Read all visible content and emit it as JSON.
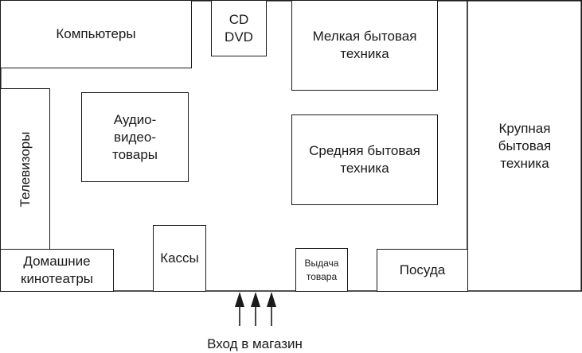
{
  "diagram": {
    "departments": {
      "computers": "Компьютеры",
      "cd_dvd": "CD\nDVD",
      "small_appliances": "Мелкая бытовая\nтехника",
      "large_appliances": "Крупная\nбытовая\nтехника",
      "televisions": "Телевизоры",
      "audio_video": "Аудио-\nвидео-\nтовары",
      "medium_appliances": "Средняя бытовая\nтехника",
      "home_theaters": "Домашние\nкинотеатры",
      "checkouts": "Кассы",
      "pickup": "Выдача\nтовара",
      "dishes": "Посуда"
    },
    "entrance_label": "Вход в магазин",
    "colors": {
      "stroke": "#1a1a1a",
      "background": "#ffffff"
    }
  }
}
